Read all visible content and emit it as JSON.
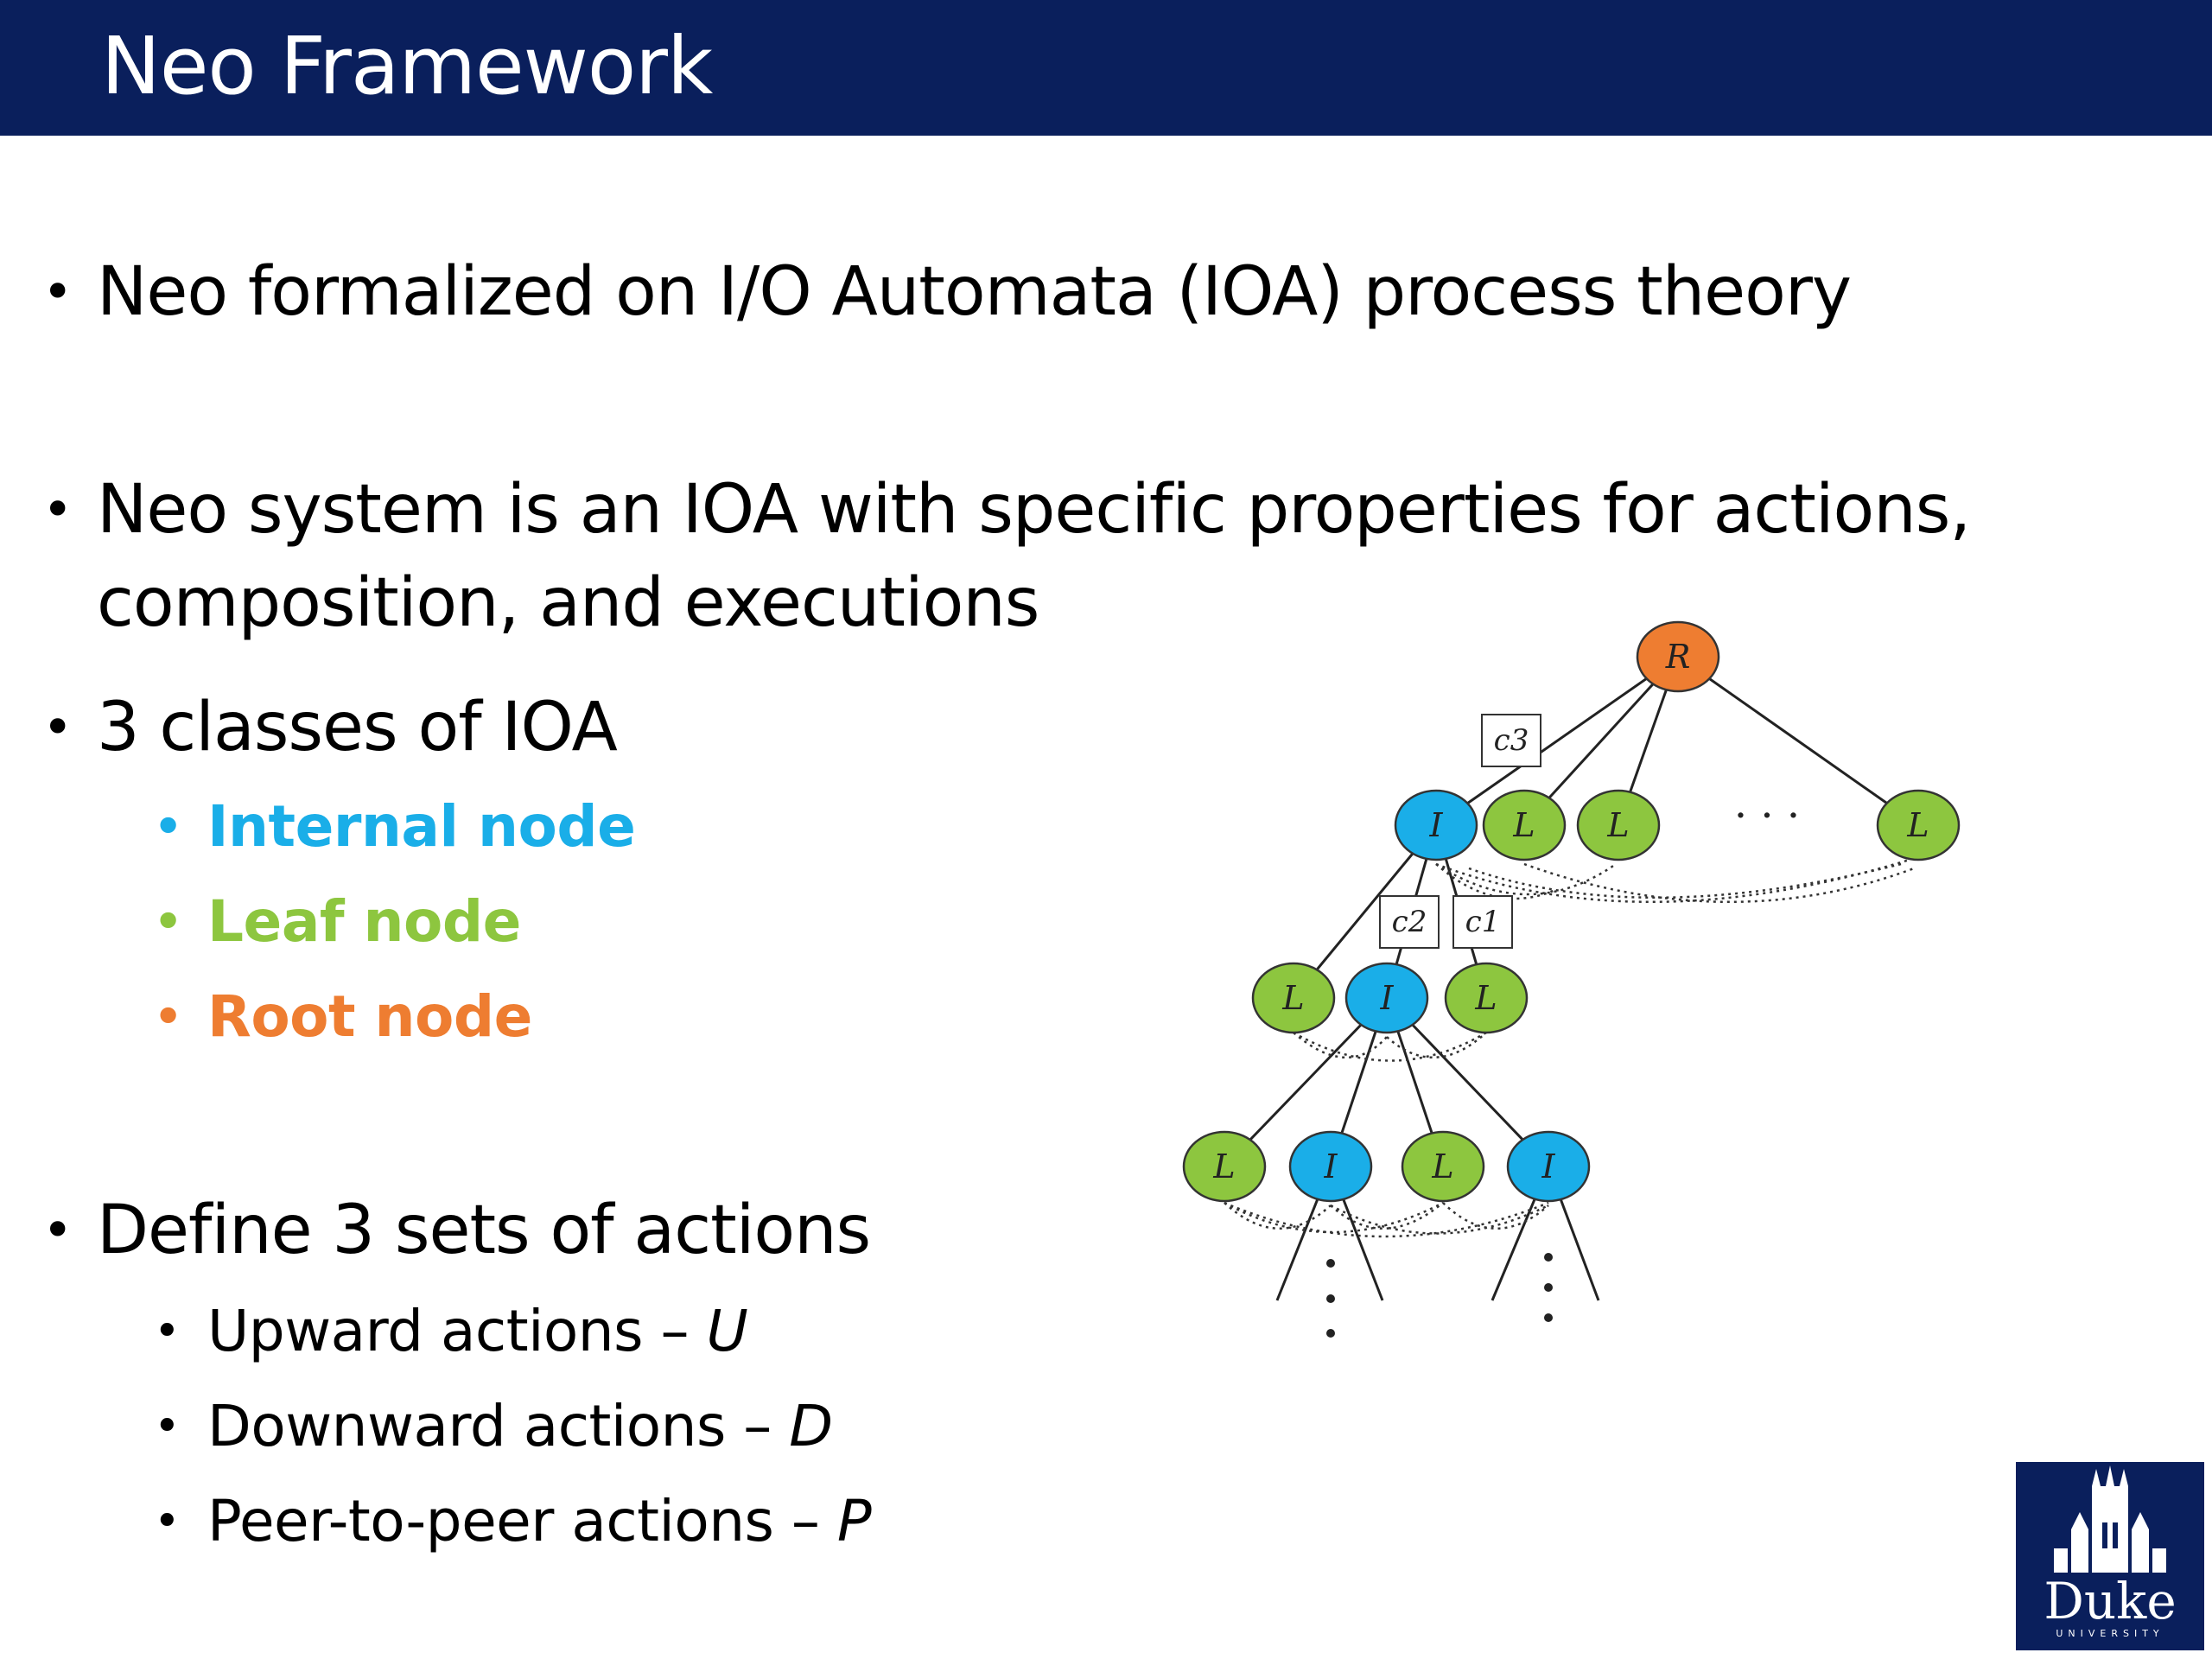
{
  "slide": {
    "title": "Neo Framework"
  },
  "bullets": {
    "b1": "Neo formalized on I/O Automata (IOA) process theory",
    "b2_line1": "Neo system is an IOA with specific properties for actions,",
    "b2_line2": "composition, and executions",
    "b3": "3 classes of IOA",
    "b4": "Define 3 sets of actions"
  },
  "node_classes": [
    {
      "label": "Internal node",
      "color": "#1aaee8"
    },
    {
      "label": "Leaf node",
      "color": "#8dc63f"
    },
    {
      "label": "Root node",
      "color": "#ee7d31"
    }
  ],
  "actions": [
    {
      "text": "Upward actions – ",
      "symbol": "U"
    },
    {
      "text": "Downward actions – ",
      "symbol": "D"
    },
    {
      "text": "Peer-to-peer actions – ",
      "symbol": "P"
    }
  ],
  "diagram": {
    "root_label": "R",
    "internal_label": "I",
    "leaf_label": "L",
    "ellipsis": "· · ·",
    "channels": [
      "c3",
      "c2",
      "c1"
    ],
    "colors": {
      "root": "#ee7d31",
      "internal": "#1aaee8",
      "leaf": "#8dc63f"
    }
  },
  "logo": {
    "name": "Duke",
    "subtitle": "UNIVERSITY"
  }
}
